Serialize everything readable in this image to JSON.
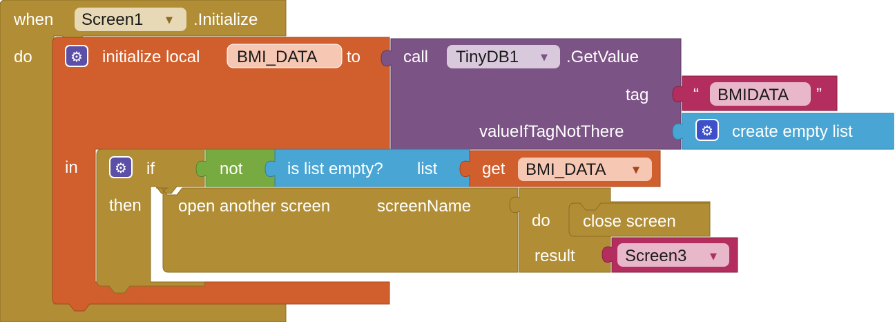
{
  "event": {
    "when_label": "when",
    "component": "Screen1",
    "event_name": ".Initialize",
    "do_label": "do"
  },
  "local_var": {
    "label": "initialize local",
    "name": "BMI_DATA",
    "to_label": "to",
    "in_label": "in"
  },
  "tinydb_call": {
    "call_label": "call",
    "component": "TinyDB1",
    "method": ".GetValue",
    "tag_label": "tag",
    "tag_value": "BMIDATA",
    "quote_open": "“",
    "quote_close": "”",
    "value_if_label": "valueIfTagNotThere",
    "empty_list_label": "create empty list"
  },
  "if_block": {
    "if_label": "if",
    "then_label": "then",
    "not_label": "not",
    "is_empty_label": "is list empty?",
    "list_label": "list",
    "get_label": "get",
    "get_var": "BMI_DATA"
  },
  "open_screen": {
    "label": "open another screen",
    "param_label": "screenName",
    "do_label": "do",
    "close_label": "close screen",
    "result_label": "result",
    "screen_value": "Screen3"
  },
  "colors": {
    "control": "#B18E35",
    "variable": "#D05F2D",
    "tinydb": "#7C5385",
    "text": "#B32D5E",
    "list": "#49A6D4",
    "logic": "#77AB41",
    "dropdown_light": "#E8D9B6",
    "gear": "#5B4FA8"
  },
  "icons": {
    "mutator": "gear-icon",
    "dropdown": "triangle-down-icon"
  }
}
